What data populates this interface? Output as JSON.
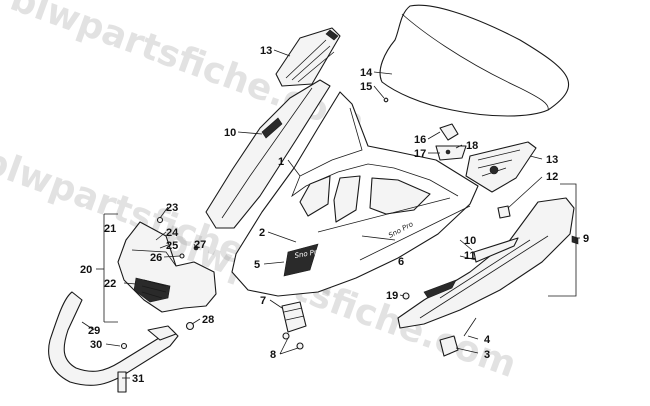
{
  "watermark": {
    "text": "blwpartsfiche.com"
  },
  "decal": {
    "brand": "Sno Pro"
  },
  "callouts": [
    {
      "id": "c1",
      "label": "1"
    },
    {
      "id": "c2",
      "label": "2"
    },
    {
      "id": "c3",
      "label": "3"
    },
    {
      "id": "c4",
      "label": "4"
    },
    {
      "id": "c5",
      "label": "5"
    },
    {
      "id": "c6",
      "label": "6"
    },
    {
      "id": "c7",
      "label": "7"
    },
    {
      "id": "c8",
      "label": "8"
    },
    {
      "id": "c9",
      "label": "9"
    },
    {
      "id": "c10a",
      "label": "10"
    },
    {
      "id": "c10b",
      "label": "10"
    },
    {
      "id": "c11",
      "label": "11"
    },
    {
      "id": "c12",
      "label": "12"
    },
    {
      "id": "c13a",
      "label": "13"
    },
    {
      "id": "c13b",
      "label": "13"
    },
    {
      "id": "c14",
      "label": "14"
    },
    {
      "id": "c15",
      "label": "15"
    },
    {
      "id": "c16",
      "label": "16"
    },
    {
      "id": "c17",
      "label": "17"
    },
    {
      "id": "c18",
      "label": "18"
    },
    {
      "id": "c19",
      "label": "19"
    },
    {
      "id": "c20",
      "label": "20"
    },
    {
      "id": "c21",
      "label": "21"
    },
    {
      "id": "c22",
      "label": "22"
    },
    {
      "id": "c23",
      "label": "23"
    },
    {
      "id": "c24",
      "label": "24"
    },
    {
      "id": "c25",
      "label": "25"
    },
    {
      "id": "c26",
      "label": "26"
    },
    {
      "id": "c27",
      "label": "27"
    },
    {
      "id": "c28",
      "label": "28"
    },
    {
      "id": "c29",
      "label": "29"
    },
    {
      "id": "c30",
      "label": "30"
    },
    {
      "id": "c31",
      "label": "31"
    }
  ]
}
